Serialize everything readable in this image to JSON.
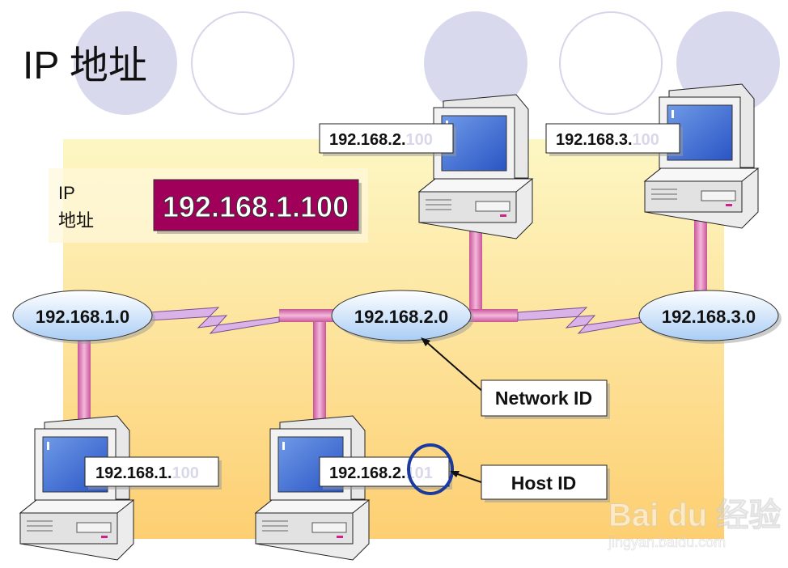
{
  "title": "IP 地址",
  "ip_label": {
    "line1": "IP",
    "line2": "地址"
  },
  "ip_address": "192.168.1.100",
  "networks": [
    "192.168.1.0",
    "192.168.2.0",
    "192.168.3.0"
  ],
  "hosts": [
    {
      "network_part": "192.168.2.",
      "host_part": "100"
    },
    {
      "network_part": "192.168.3.",
      "host_part": "100"
    },
    {
      "network_part": "192.168.1.",
      "host_part": "100"
    },
    {
      "network_part": "192.168.2.",
      "host_part": "101"
    }
  ],
  "callouts": {
    "network_id": "Network ID",
    "host_id": "Host ID"
  },
  "watermark": {
    "brand": "Bai du 经验",
    "url": "jingyan.baidu.com"
  },
  "colors": {
    "accent_box": "#a0005a",
    "link": "#e48ac0",
    "network_fill": "#cfe4fb",
    "highlight_circle": "#1a3a9e",
    "deco_circle": "#d9d9ee"
  }
}
